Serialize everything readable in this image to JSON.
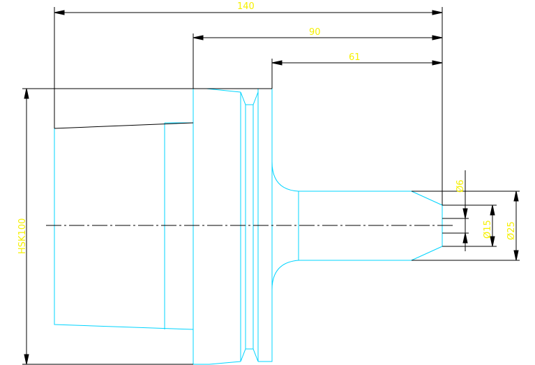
{
  "drawing": {
    "colors": {
      "background": "#ffffff",
      "dimension_lines": "#000000",
      "outline": "#00d4ff",
      "text": "#f5f000",
      "centerline": "#000000"
    },
    "dimensions": {
      "overall_length": "140",
      "shank_length": "90",
      "neck_length": "61",
      "hsk_label": "HSK100",
      "bore_small": "Ø6",
      "bore_mid": "Ø15",
      "outer_diameter": "Ø25"
    }
  }
}
